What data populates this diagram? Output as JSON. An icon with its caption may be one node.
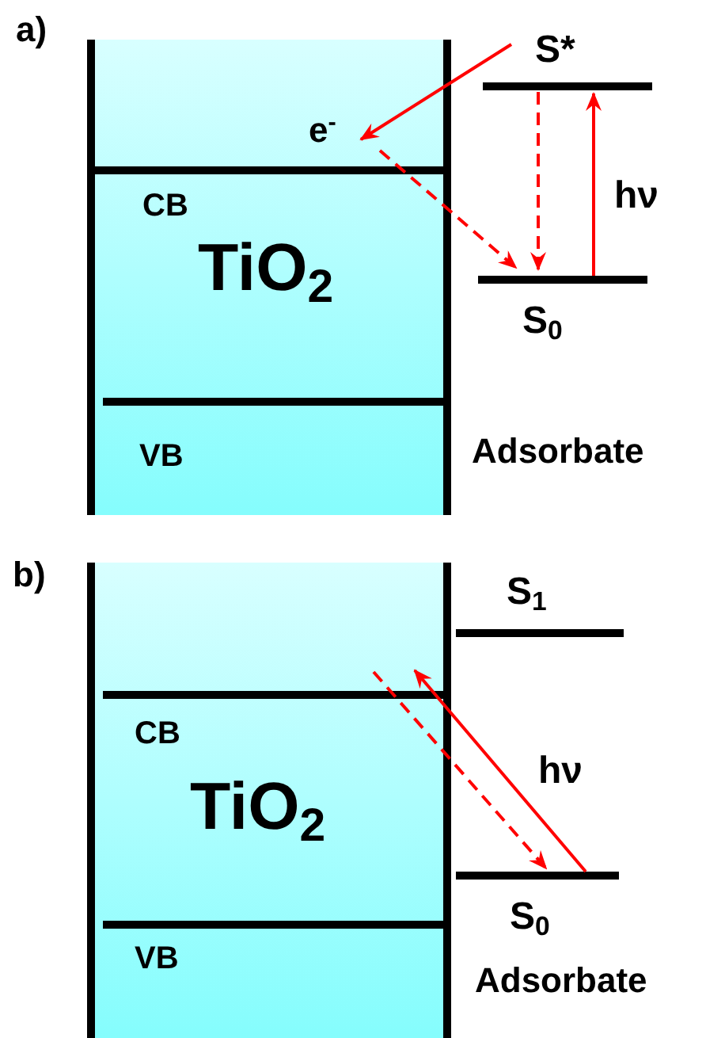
{
  "diagram": {
    "nodes": [
      {
        "text": [
          "CB",
          "TiO$_{2}$",
          "VB"
        ]
      },
      {
        "text": [
          "e$^{-}$"
        ],
        "in": 0
      },
      {
        "text": [
          "S*"
        ]
      },
      {
        "text": [
          "S$_{0}$"
        ]
      },
      {
        "text": [
          "CB",
          "TiO$_{2}$",
          "VB"
        ]
      },
      {
        "text": [
          "S$_{1}$"
        ]
      },
      {
        "text": [
          "S$_{0}$"
        ]
      }
    ],
    "edges": [
      {
        "from": 2,
        "to": 1,
        "arrow": "to"
      },
      {
        "from": 1,
        "to": 3,
        "arrow": "to",
        "style": "dashed"
      },
      {
        "from": 2,
        "to": 3,
        "arrow": "to",
        "style": "dashed"
      },
      {
        "from": 3,
        "to": 2,
        "arrow": "to",
        "label": "hν"
      },
      {
        "from": 6,
        "to": 4,
        "arrow": "to",
        "label": "hν"
      },
      {
        "from": 4,
        "to": 6,
        "arrow": "to",
        "style": "dashed"
      }
    ],
    "labels": [
      "a)",
      "Adsorbate",
      "b)",
      "Adsorbate"
    ]
  }
}
